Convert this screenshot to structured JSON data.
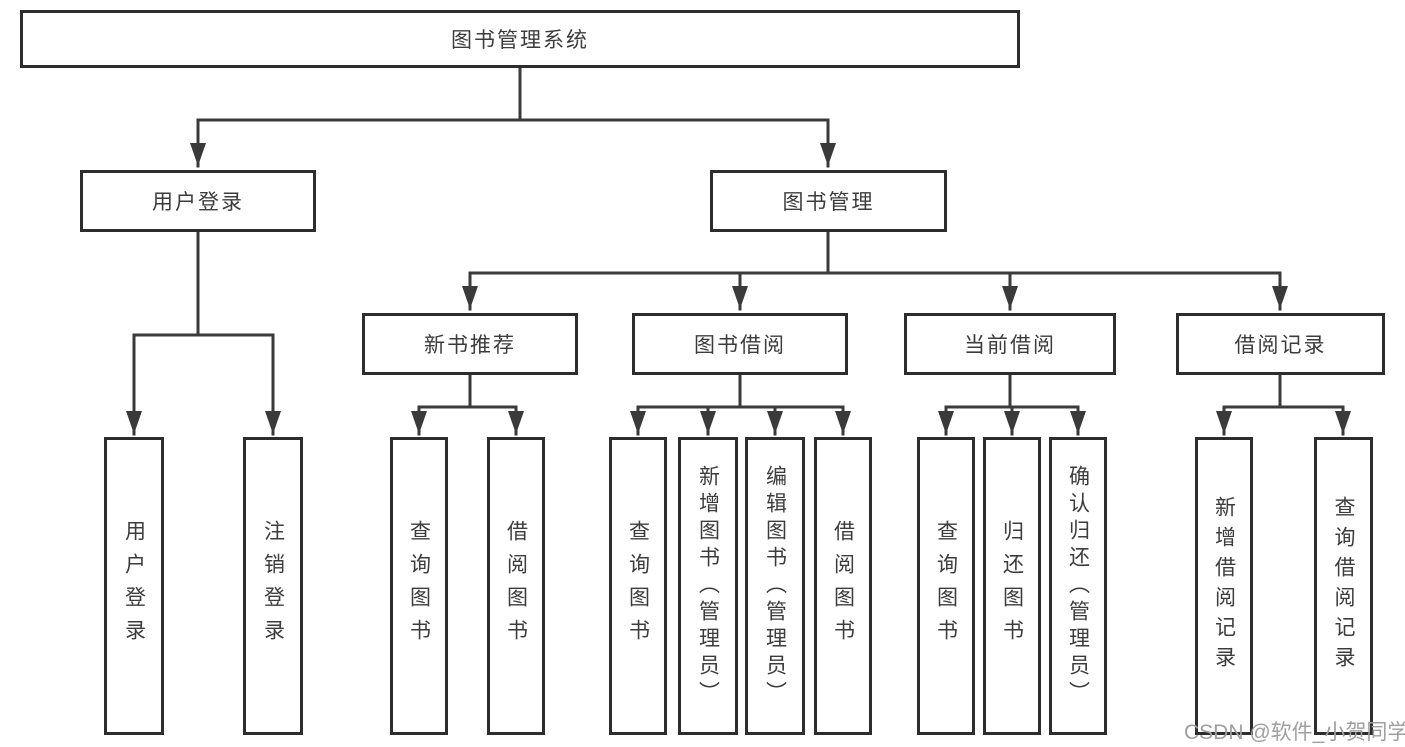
{
  "diagram_title": "图书管理系统",
  "nodes": {
    "root": {
      "label": "图书管理系统"
    },
    "user_login": {
      "label": "用户登录"
    },
    "book_management": {
      "label": "图书管理"
    },
    "new_book_recommend": {
      "label": "新书推荐"
    },
    "book_borrowing": {
      "label": "图书借阅"
    },
    "current_borrowing": {
      "label": "当前借阅"
    },
    "borrowing_records": {
      "label": "借阅记录"
    },
    "leaf_user_login": {
      "label": "用户登录"
    },
    "leaf_logout": {
      "label": "注销登录"
    },
    "rec_query_books": {
      "label": "查询图书"
    },
    "rec_borrow_books": {
      "label": "借阅图书"
    },
    "bor_query_books": {
      "label": "查询图书"
    },
    "bor_add_books": {
      "label": "新增图书（管理员）"
    },
    "bor_edit_books": {
      "label": "编辑图书（管理员）"
    },
    "bor_borrow_books": {
      "label": "借阅图书"
    },
    "cur_query_books": {
      "label": "查询图书"
    },
    "cur_return_books": {
      "label": "归还图书"
    },
    "cur_confirm_return": {
      "label": "确认归还（管理员）"
    },
    "log_add_record": {
      "label": "新增借阅记录"
    },
    "log_query_record": {
      "label": "查询借阅记录"
    }
  },
  "watermark": "CSDN @软件_小贺同学",
  "colors": {
    "line_color": "#3a3a3a",
    "border_color": "#2d2d2d",
    "box_fill": "#ffffff",
    "text_color": "#3c3c3c",
    "watermark_color": "#9f9f9f"
  }
}
